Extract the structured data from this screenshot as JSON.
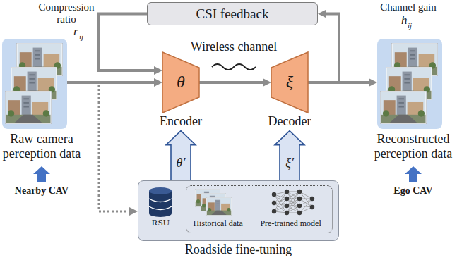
{
  "diagram": {
    "nodes": [
      {
        "text": [
          "CSI feedback"
        ]
      },
      {
        "text": [
          "Raw camera perception data"
        ]
      },
      {
        "text": [
          "θ",
          "Encoder"
        ]
      },
      {
        "text": [
          "ξ",
          "Decoder"
        ]
      },
      {
        "text": [
          "Reconstructed perception data"
        ]
      },
      {
        "text": [
          "Roadside fine-tuning"
        ]
      },
      {
        "text": [
          "Historical data",
          "Pre-trained model"
        ],
        "in": 5
      }
    ],
    "edges": [
      {
        "from": 1,
        "to": 2,
        "arrow": "to"
      },
      {
        "from": 2,
        "to": 3,
        "arrow": "to"
      },
      {
        "from": 3,
        "to": 4,
        "arrow": "to"
      },
      {
        "from": 3,
        "to": 0,
        "arrow": "to"
      },
      {
        "from": 0,
        "to": 2,
        "arrow": "to"
      },
      {
        "from": 1,
        "to": 5,
        "arrow": "to"
      },
      {
        "from": 5,
        "to": 2,
        "label": "θ′",
        "arrow": "to"
      },
      {
        "from": 5,
        "to": 3,
        "label": "ξ′",
        "arrow": "to"
      }
    ],
    "labels": [
      "Compression ratio",
      "r",
      "ij",
      "Channel gain",
      "h",
      "ij",
      "Wireless channel",
      "Nearby CAV",
      "Ego CAV",
      "RSU"
    ]
  }
}
